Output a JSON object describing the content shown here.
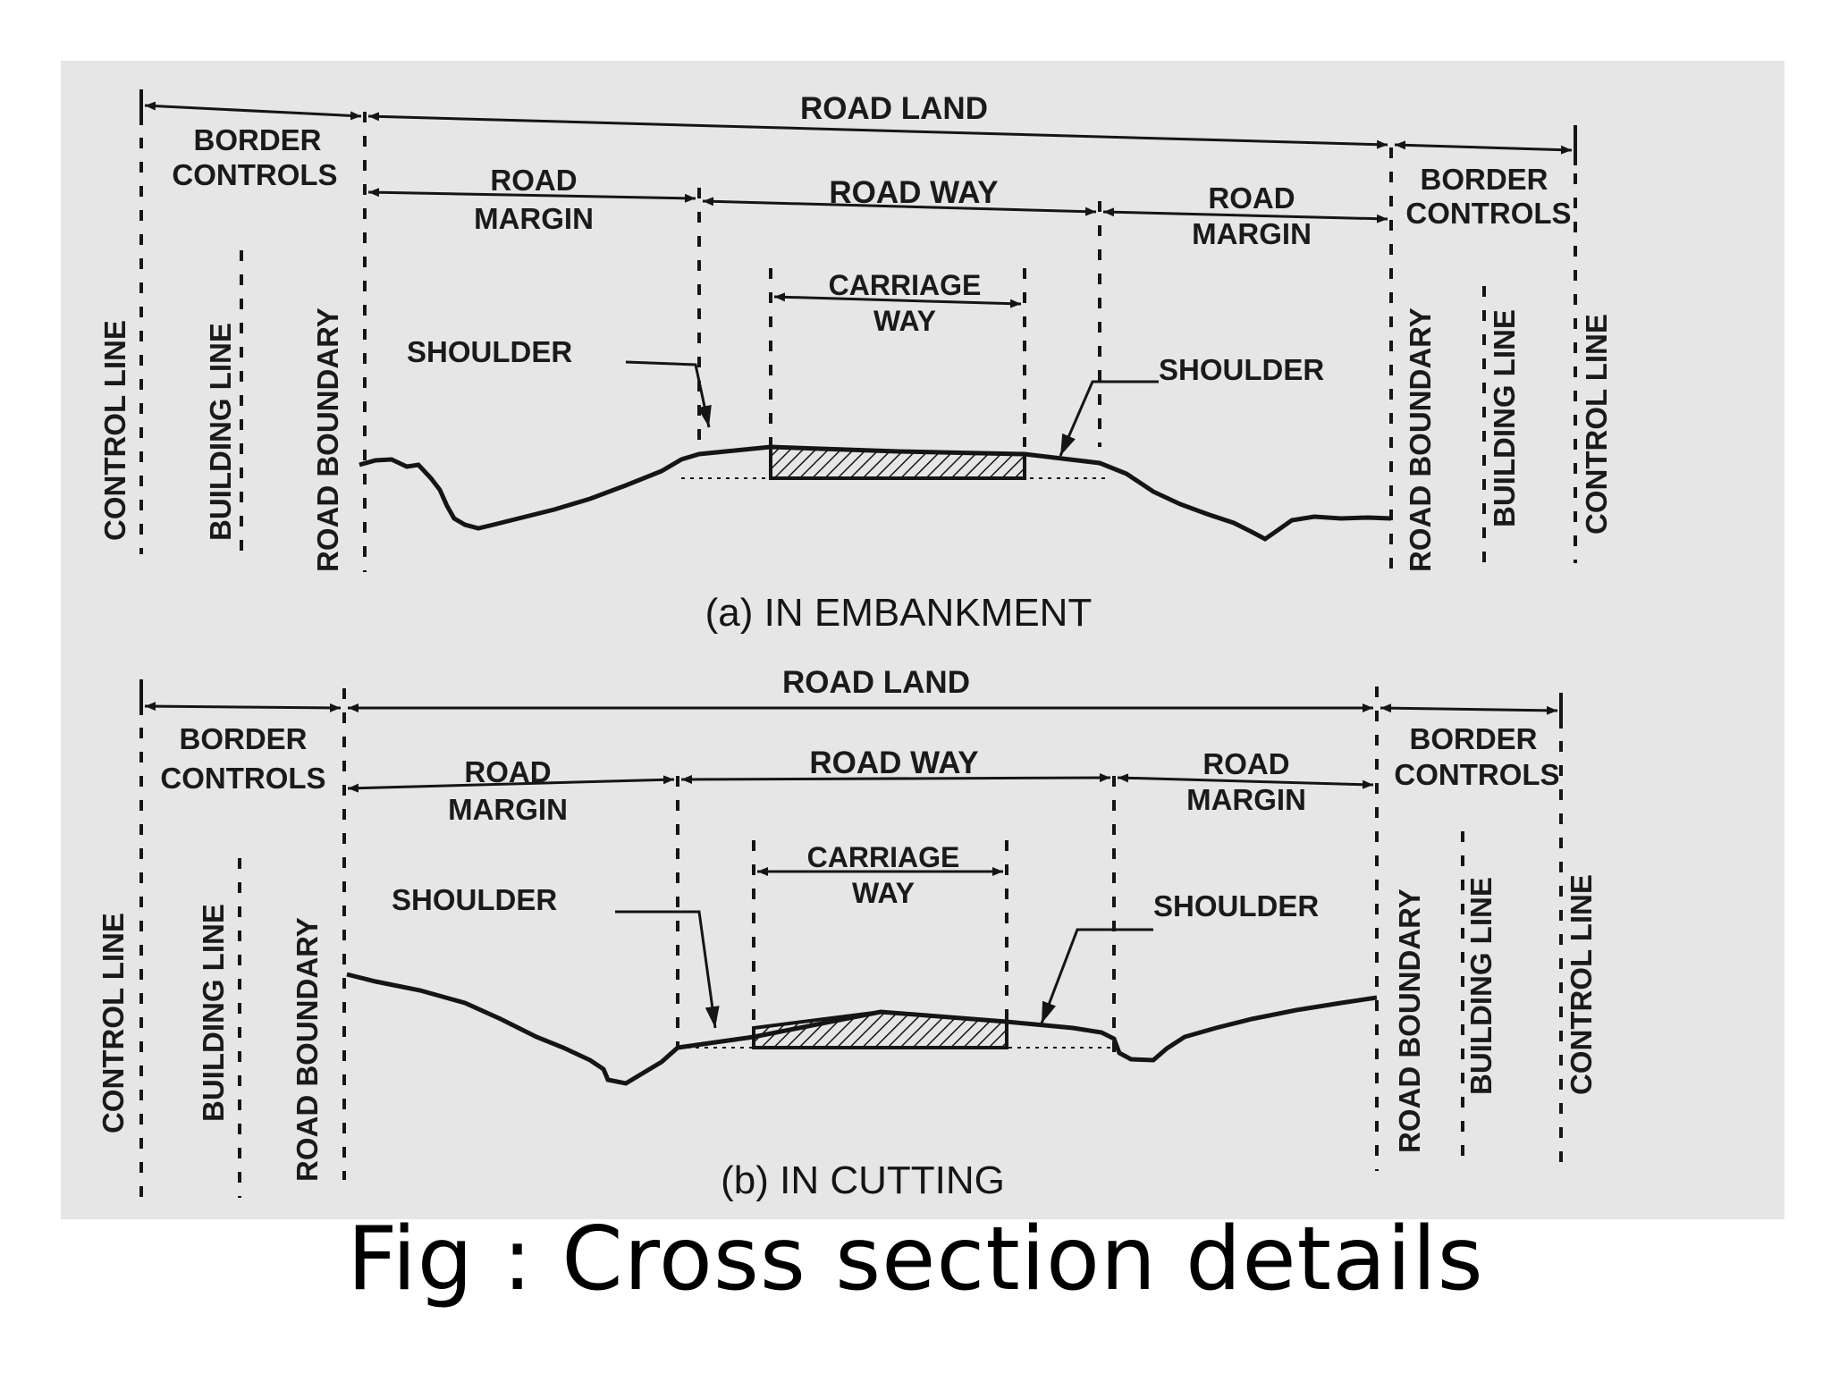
{
  "panel_a": {
    "title": "(a) IN EMBANKMENT",
    "road_land": "ROAD LAND",
    "border_controls_left_1": "BORDER",
    "border_controls_left_2": "CONTROLS",
    "border_controls_right_1": "BORDER",
    "border_controls_right_2": "CONTROLS",
    "road_margin_left_1": "ROAD",
    "road_margin_left_2": "MARGIN",
    "road_way": "ROAD WAY",
    "road_margin_right_1": "ROAD",
    "road_margin_right_2": "MARGIN",
    "carriage_1": "CARRIAGE",
    "carriage_2": "WAY",
    "shoulder_left": "SHOULDER",
    "shoulder_right": "SHOULDER",
    "control_line_left": "CONTROL LINE",
    "building_line_left": "BUILDING LINE",
    "road_boundary_left": "ROAD BOUNDARY",
    "road_boundary_right": "ROAD BOUNDARY",
    "building_line_right": "BUILDING LINE",
    "control_line_right": "CONTROL LINE"
  },
  "panel_b": {
    "title": "(b) IN CUTTING",
    "road_land": "ROAD LAND",
    "border_controls_left_1": "BORDER",
    "border_controls_left_2": "CONTROLS",
    "border_controls_right_1": "BORDER",
    "border_controls_right_2": "CONTROLS",
    "road_margin_left_1": "ROAD",
    "road_margin_left_2": "MARGIN",
    "road_way": "ROAD WAY",
    "road_margin_right_1": "ROAD",
    "road_margin_right_2": "MARGIN",
    "carriage_1": "CARRIAGE",
    "carriage_2": "WAY",
    "shoulder_left": "SHOULDER",
    "shoulder_right": "SHOULDER",
    "control_line_left": "CONTROL LINE",
    "building_line_left": "BUILDING LINE",
    "road_boundary_left": "ROAD BOUNDARY",
    "road_boundary_right": "ROAD BOUNDARY",
    "building_line_right": "BUILDING LINE",
    "control_line_right": "CONTROL LINE"
  },
  "caption": "Fig : Cross section details",
  "colors": {
    "paper": "#e6e6e6",
    "ink": "#151515",
    "background": "#ffffff"
  }
}
